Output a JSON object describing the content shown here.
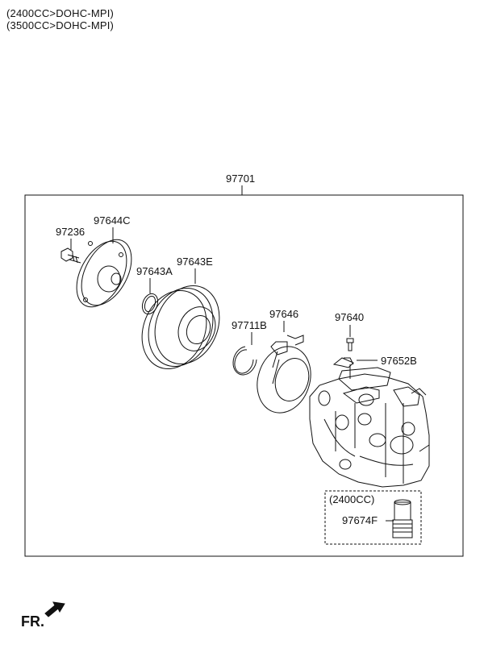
{
  "header": {
    "line1": "(2400CC>DOHC-MPI)",
    "line2": "(3500CC>DOHC-MPI)"
  },
  "assembly": {
    "part_no": "97701"
  },
  "parts": {
    "bolt": "97236",
    "clutch_hub": "97644C",
    "shim": "97643A",
    "pulley": "97643E",
    "snap_ring": "97711B",
    "field_coil": "97646",
    "screw": "97640",
    "bracket": "97652B",
    "valve": "97674F"
  },
  "variant_box": {
    "label": "(2400CC)"
  },
  "direction": {
    "label": "FR."
  },
  "colors": {
    "line": "#111111",
    "background": "#ffffff"
  }
}
